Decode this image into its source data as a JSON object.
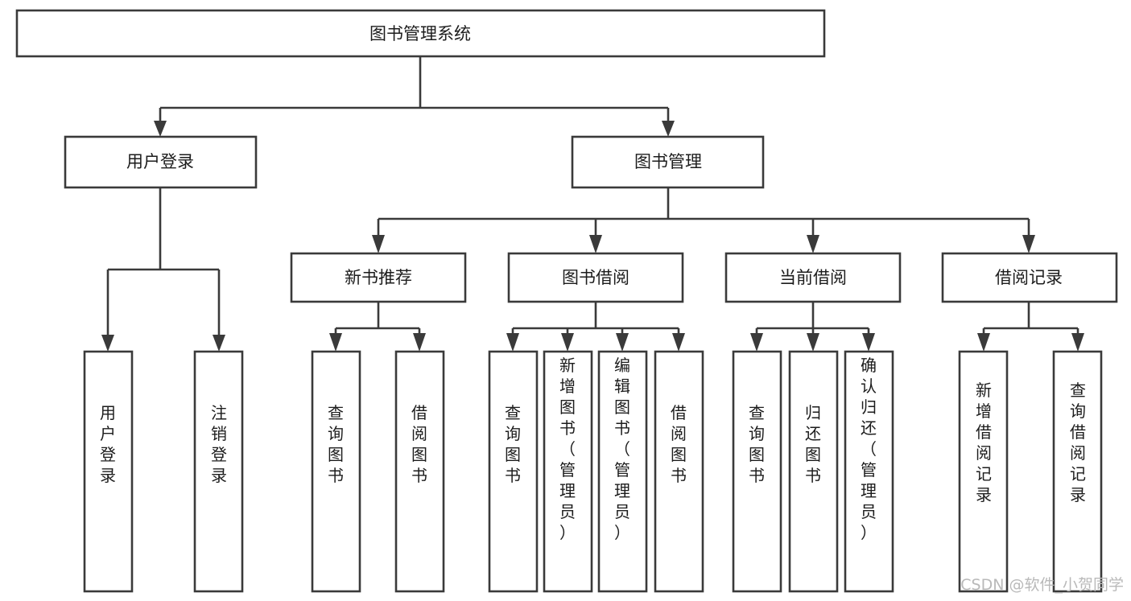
{
  "diagram": {
    "title": "图书管理系统",
    "type": "tree-structure-chart",
    "root": {
      "id": "root",
      "label": "图书管理系统"
    },
    "level1": [
      {
        "id": "user-login",
        "label": "用户登录"
      },
      {
        "id": "book-manage",
        "label": "图书管理"
      }
    ],
    "level2": [
      {
        "id": "new-book-rec",
        "label": "新书推荐",
        "parent": "book-manage"
      },
      {
        "id": "book-borrow",
        "label": "图书借阅",
        "parent": "book-manage"
      },
      {
        "id": "current-borrow",
        "label": "当前借阅",
        "parent": "book-manage"
      },
      {
        "id": "borrow-record",
        "label": "借阅记录",
        "parent": "book-manage"
      }
    ],
    "leaves": [
      {
        "id": "leaf-user-login",
        "label": "用户登录",
        "parent": "user-login"
      },
      {
        "id": "leaf-logout-login",
        "label": "注销登录",
        "parent": "user-login"
      },
      {
        "id": "leaf-query-book-1",
        "label": "查询图书",
        "parent": "new-book-rec"
      },
      {
        "id": "leaf-borrow-book-1",
        "label": "借阅图书",
        "parent": "new-book-rec"
      },
      {
        "id": "leaf-query-book-2",
        "label": "查询图书",
        "parent": "book-borrow"
      },
      {
        "id": "leaf-add-book",
        "label": "新增图书（管理员）",
        "parent": "book-borrow"
      },
      {
        "id": "leaf-edit-book",
        "label": "编辑图书（管理员）",
        "parent": "book-borrow"
      },
      {
        "id": "leaf-borrow-book-2",
        "label": "借阅图书",
        "parent": "book-borrow"
      },
      {
        "id": "leaf-query-book-3",
        "label": "查询图书",
        "parent": "current-borrow"
      },
      {
        "id": "leaf-return-book",
        "label": "归还图书",
        "parent": "current-borrow"
      },
      {
        "id": "leaf-confirm-return",
        "label": "确认归还（管理员）",
        "parent": "current-borrow"
      },
      {
        "id": "leaf-add-record",
        "label": "新增借阅记录",
        "parent": "borrow-record"
      },
      {
        "id": "leaf-query-record",
        "label": "查询借阅记录",
        "parent": "borrow-record"
      }
    ]
  },
  "watermark": {
    "text": "CSDN @软件_小贺同学"
  },
  "colors": {
    "stroke": "#3a3a3a",
    "box_fill": "#ffffff",
    "text": "#1c1c1c",
    "background": "#ffffff",
    "watermark": "#b9b9b9"
  }
}
